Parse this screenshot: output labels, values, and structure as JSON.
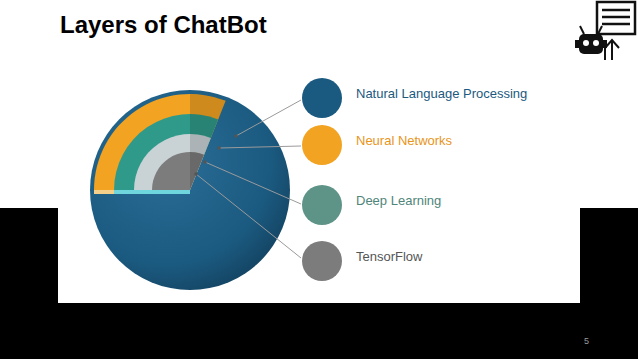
{
  "diagram": {
    "title": "Layers of ChatBot",
    "labels": [
      "5"
    ],
    "legend": [
      {
        "text": "Natural Language Processing",
        "color": "#1b5a80"
      },
      {
        "text": "Neural Networks",
        "color": "#f2a322"
      },
      {
        "text": "Deep Learning",
        "color": "#5e9488"
      },
      {
        "text": "TensorFlow",
        "color": "#7c7c7c"
      }
    ]
  }
}
